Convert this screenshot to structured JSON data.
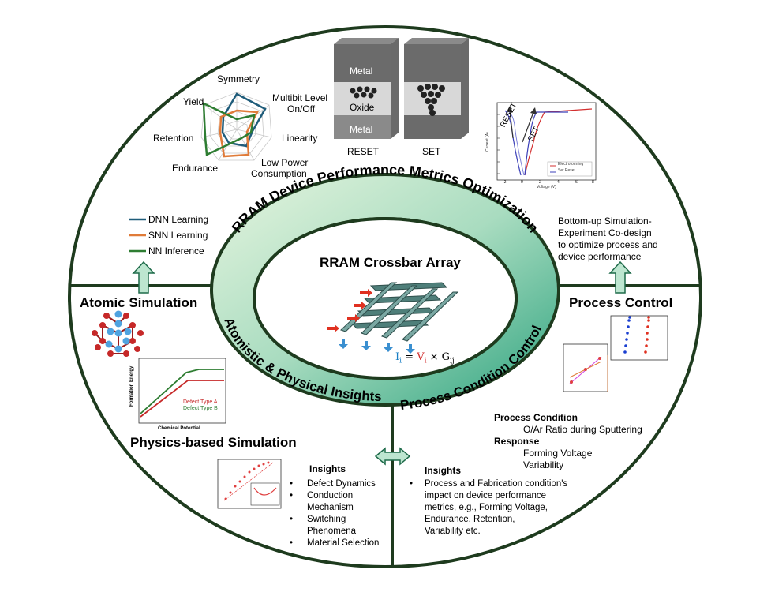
{
  "center": {
    "title": "RRAM Crossbar Array",
    "formula_i": "I",
    "formula_i_sub": "i",
    "formula_eq": " = ",
    "formula_v": "V",
    "formula_v_sub": "i",
    "formula_x": " × ",
    "formula_g": "G",
    "formula_g_sub": "ij"
  },
  "ring": {
    "top": "RRAM Device Performance Metrics Optimization",
    "left": "Atomistic & Physical Insights",
    "right": "Process Condition Control"
  },
  "radar": {
    "labels": [
      "Symmetry",
      "Multibit Level",
      "On/Off",
      "Linearity",
      "Low Power",
      "Consumption",
      "Endurance",
      "Retention",
      "Yield"
    ],
    "legend": [
      "DNN Learning",
      "SNN Learning",
      "NN Inference"
    ],
    "colors": [
      "#1f5c7a",
      "#e07b39",
      "#2e7d32"
    ]
  },
  "device": {
    "metal_top": "Metal",
    "oxide": "Oxide",
    "metal_bottom": "Metal",
    "reset_label": "RESET",
    "set_label": "SET"
  },
  "iv_plot": {
    "reset": "RESET",
    "set": "SET",
    "legend": [
      "Electroforming",
      "Set Reset"
    ],
    "xlabel": "Voltage (V)",
    "ylabel": "Current (A)",
    "xticks": [
      "-2",
      "0",
      "2",
      "4",
      "6",
      "8"
    ]
  },
  "atomic": {
    "title": "Atomic Simulation"
  },
  "formation_plot": {
    "ylabel": "Formation Energy",
    "xlabel": "Chemical Potential",
    "legend": [
      "Defect Type A",
      "Defect Type B"
    ]
  },
  "physics": {
    "title": "Physics-based Simulation"
  },
  "insights_left": {
    "title": "Insights",
    "items": [
      "Defect Dynamics",
      "Conduction",
      "Mechanism",
      "Switching",
      "Phenomena",
      "Material Selection"
    ]
  },
  "cosim": {
    "text": [
      "Bottom-up Simulation-",
      "Experiment Co-design",
      "to optimize process and",
      "device performance"
    ]
  },
  "process": {
    "title": "Process Control",
    "cond_title": "Process Condition",
    "cond_value": "O/Ar Ratio during Sputtering",
    "resp_title": "Response",
    "resp_1": "Forming Voltage",
    "resp_2": "Variability"
  },
  "insights_right": {
    "title": "Insights",
    "lines": [
      "Process and Fabrication condition's",
      "impact on device performance",
      "metrics, e.g., Forming Voltage,",
      "Endurance, Retention,",
      "Variability etc."
    ]
  },
  "colors": {
    "frame": "#1e3b1e",
    "ring_light": "#d7efd2",
    "ring_dark": "#2ea37f",
    "arrow_fill": "#bde6d0",
    "arrow_stroke": "#1f6b4a"
  }
}
